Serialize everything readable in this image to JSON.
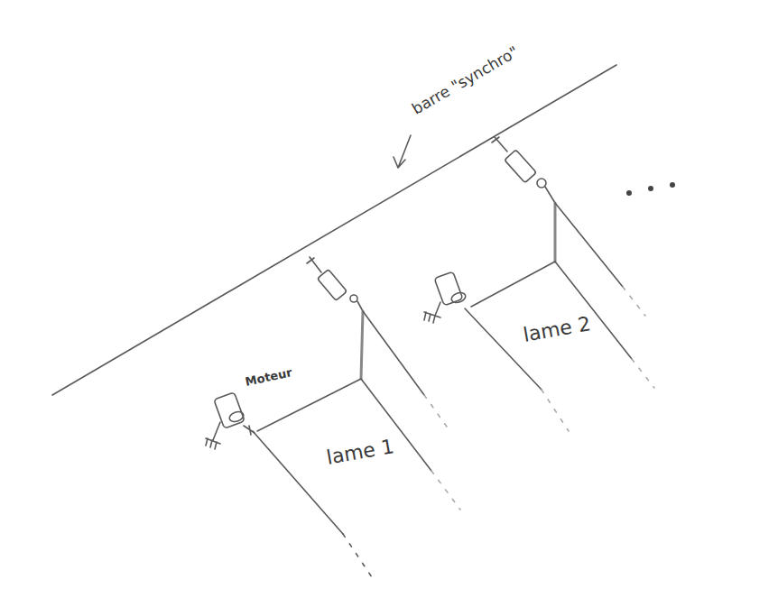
{
  "diagram": {
    "labels": [
      "barre \"synchro\"",
      "Moteur",
      "lame 1",
      "lame 2"
    ]
  }
}
